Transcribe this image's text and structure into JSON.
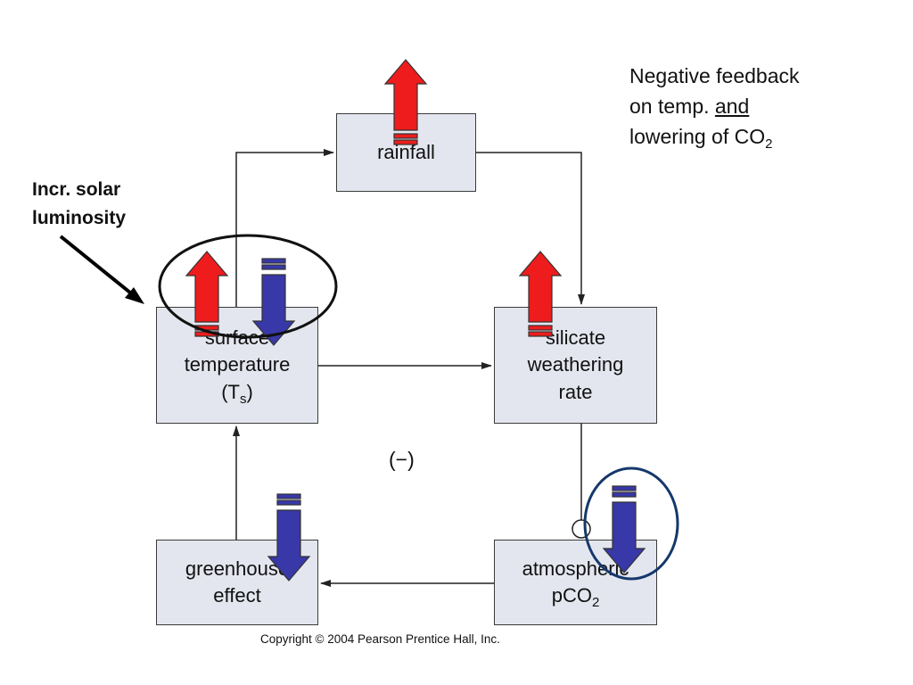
{
  "diagram": {
    "nodes": {
      "rainfall": {
        "lines": [
          "rainfall"
        ]
      },
      "surface_temperature": {
        "lines": [
          "surface",
          "temperature",
          "(T",
          "s",
          ")"
        ]
      },
      "silicate_weathering": {
        "lines": [
          "silicate",
          "weathering",
          "rate"
        ]
      },
      "greenhouse_effect": {
        "lines": [
          "greenhouse",
          "effect"
        ]
      },
      "atmospheric_pco2": {
        "lines": [
          "atmospheric",
          "pCO",
          "2"
        ]
      }
    },
    "loop_sign": "(−)",
    "edges": [
      {
        "from": "surface_temperature",
        "to": "rainfall",
        "type": "positive"
      },
      {
        "from": "rainfall",
        "to": "silicate_weathering",
        "type": "positive"
      },
      {
        "from": "surface_temperature",
        "to": "silicate_weathering",
        "type": "positive"
      },
      {
        "from": "silicate_weathering",
        "to": "atmospheric_pco2",
        "type": "negative"
      },
      {
        "from": "atmospheric_pco2",
        "to": "greenhouse_effect",
        "type": "positive"
      },
      {
        "from": "greenhouse_effect",
        "to": "surface_temperature",
        "type": "positive"
      }
    ],
    "indicators": [
      {
        "node": "rainfall",
        "direction": "up",
        "color": "#ee1c1c"
      },
      {
        "node": "surface_temperature",
        "direction": "up",
        "color": "#ee1c1c"
      },
      {
        "node": "surface_temperature",
        "direction": "down",
        "color": "#3838a8"
      },
      {
        "node": "silicate_weathering",
        "direction": "up",
        "color": "#ee1c1c"
      },
      {
        "node": "greenhouse_effect",
        "direction": "down",
        "color": "#3838a8"
      },
      {
        "node": "atmospheric_pco2",
        "direction": "down",
        "color": "#3838a8"
      }
    ]
  },
  "annotations": {
    "note": {
      "line1": "Negative feedback",
      "line2_pre": "on temp. ",
      "line2_under": "and",
      "line3_pre": "lowering of CO",
      "line3_sub": "2"
    },
    "solar": {
      "line1": "Incr. solar",
      "line2": "luminosity"
    },
    "copyright": "Copyright © 2004 Pearson Prentice Hall, Inc."
  },
  "colors": {
    "increase": "#ee1c1c",
    "decrease": "#3838a8",
    "box_fill": "#e4e6ef",
    "circle_black": "#111111",
    "circle_navy": "#14386b"
  }
}
